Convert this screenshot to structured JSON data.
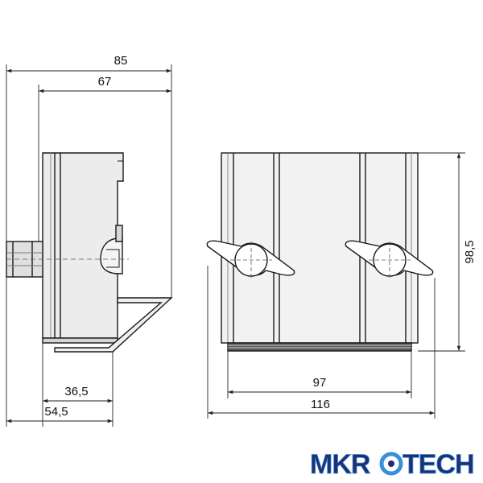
{
  "dimensions": {
    "d85": "85",
    "d67": "67",
    "d36_5": "36,5",
    "d54_5": "54,5",
    "d97": "97",
    "d116": "116",
    "d98_5": "98,5"
  },
  "logo": {
    "part1": "MKR",
    "part2": "TECH",
    "color_main": "#1f2f73",
    "color_accent": "#3a8fd8"
  },
  "colors": {
    "line": "#1a1a1a",
    "fill": "#e6e6e6",
    "fill_dark": "#bdbdbd",
    "dim": "#222222"
  }
}
